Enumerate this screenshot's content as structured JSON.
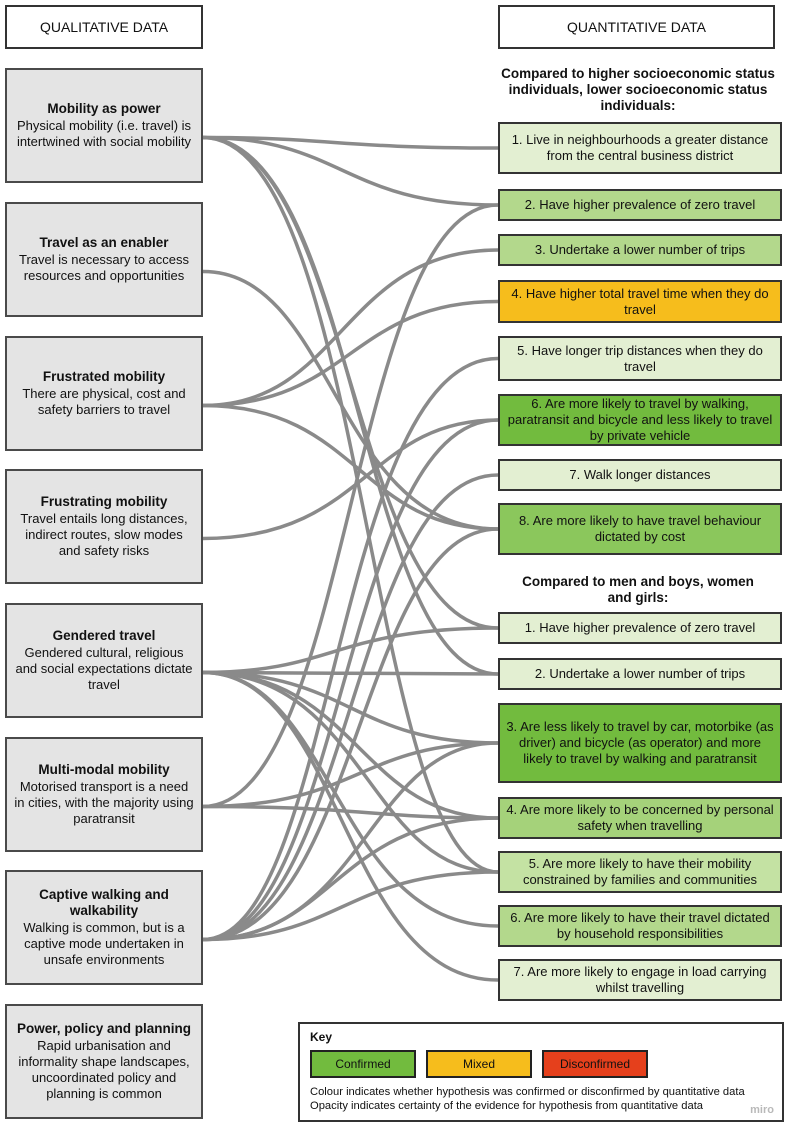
{
  "headers": {
    "qualitative": "QUALITATIVE DATA",
    "quantitative": "QUANTITATIVE DATA"
  },
  "qualitative": [
    {
      "title": "Mobility as power",
      "desc": "Physical mobility (i.e. travel) is intertwined with social mobility"
    },
    {
      "title": "Travel as an enabler",
      "desc": "Travel is necessary to access resources and opportunities"
    },
    {
      "title": "Frustrated mobility",
      "desc": "There are physical, cost and safety barriers to travel"
    },
    {
      "title": "Frustrating mobility",
      "desc": "Travel entails long distances, indirect routes, slow modes and safety risks"
    },
    {
      "title": "Gendered travel",
      "desc": "Gendered cultural, religious and social expectations dictate travel"
    },
    {
      "title": "Multi-modal mobility",
      "desc": "Motorised transport is a need in cities, with the majority using paratransit"
    },
    {
      "title": "Captive walking and walkability",
      "desc": "Walking is common, but is a captive mode undertaken in unsafe environments"
    },
    {
      "title": "Power, policy and planning",
      "desc": "Rapid urbanisation and informality shape landscapes, uncoordinated policy and planning is common"
    }
  ],
  "subheadings": {
    "ses": "Compared to higher socioeconomic status individuals, lower socioeconomic status individuals:",
    "gender": "Compared to men and boys, women and girls:"
  },
  "quantitative": [
    {
      "text": "1. Live in neighbourhoods a greater distance from the central business district",
      "color": "#e3efd2"
    },
    {
      "text": "2. Have higher prevalence of zero travel",
      "color": "#b3d88c"
    },
    {
      "text": "3. Undertake a lower number of trips",
      "color": "#b3d88c"
    },
    {
      "text": "4. Have higher total travel time when they do travel",
      "color": "#f6bd1c"
    },
    {
      "text": "5. Have longer trip distances when they do travel",
      "color": "#e3efd2"
    },
    {
      "text": "6. Are more likely to travel by walking, paratransit and bicycle and less likely to travel by private vehicle",
      "color": "#72bb3e"
    },
    {
      "text": "7. Walk longer distances",
      "color": "#e3efd2"
    },
    {
      "text": "8. Are more likely to have travel behaviour dictated by cost",
      "color": "#8bc75c"
    },
    {
      "text": "1. Have higher prevalence of zero travel",
      "color": "#e3efd2"
    },
    {
      "text": "2. Undertake a lower number of trips",
      "color": "#e3efd2"
    },
    {
      "text": "3. Are less likely to travel by car, motorbike (as driver) and bicycle (as operator) and more likely to travel by walking and paratransit",
      "color": "#72bb3e"
    },
    {
      "text": "4. Are more likely to be concerned by personal safety when travelling",
      "color": "#a5d27a"
    },
    {
      "text": "5. Are more likely to have their mobility constrained by families and communities",
      "color": "#c4e2a3"
    },
    {
      "text": "6. Are more likely to have their travel dictated by household responsibilities",
      "color": "#b3d88c"
    },
    {
      "text": "7. Are more likely to engage in load carrying whilst travelling",
      "color": "#e3efd2"
    }
  ],
  "links": [
    [
      0,
      0
    ],
    [
      0,
      1
    ],
    [
      0,
      8
    ],
    [
      0,
      9
    ],
    [
      0,
      12
    ],
    [
      1,
      7
    ],
    [
      2,
      2
    ],
    [
      2,
      3
    ],
    [
      2,
      7
    ],
    [
      3,
      5
    ],
    [
      4,
      8
    ],
    [
      4,
      9
    ],
    [
      4,
      10
    ],
    [
      4,
      11
    ],
    [
      4,
      12
    ],
    [
      4,
      13
    ],
    [
      4,
      14
    ],
    [
      5,
      1
    ],
    [
      5,
      10
    ],
    [
      5,
      11
    ],
    [
      6,
      4
    ],
    [
      6,
      5
    ],
    [
      6,
      6
    ],
    [
      6,
      7
    ],
    [
      6,
      10
    ],
    [
      6,
      11
    ],
    [
      6,
      12
    ]
  ],
  "key": {
    "title": "Key",
    "items": [
      {
        "label": "Confirmed",
        "color": "#72bb3e"
      },
      {
        "label": "Mixed",
        "color": "#f6bd1c"
      },
      {
        "label": "Disconfirmed",
        "color": "#e5401c"
      }
    ],
    "colour_note": "Colour indicates whether hypothesis was confirmed or disconfirmed by quantitative data",
    "opacity_note": "Opacity indicates certainty of the evidence for hypothesis from quantitative data",
    "brand": "miro"
  }
}
